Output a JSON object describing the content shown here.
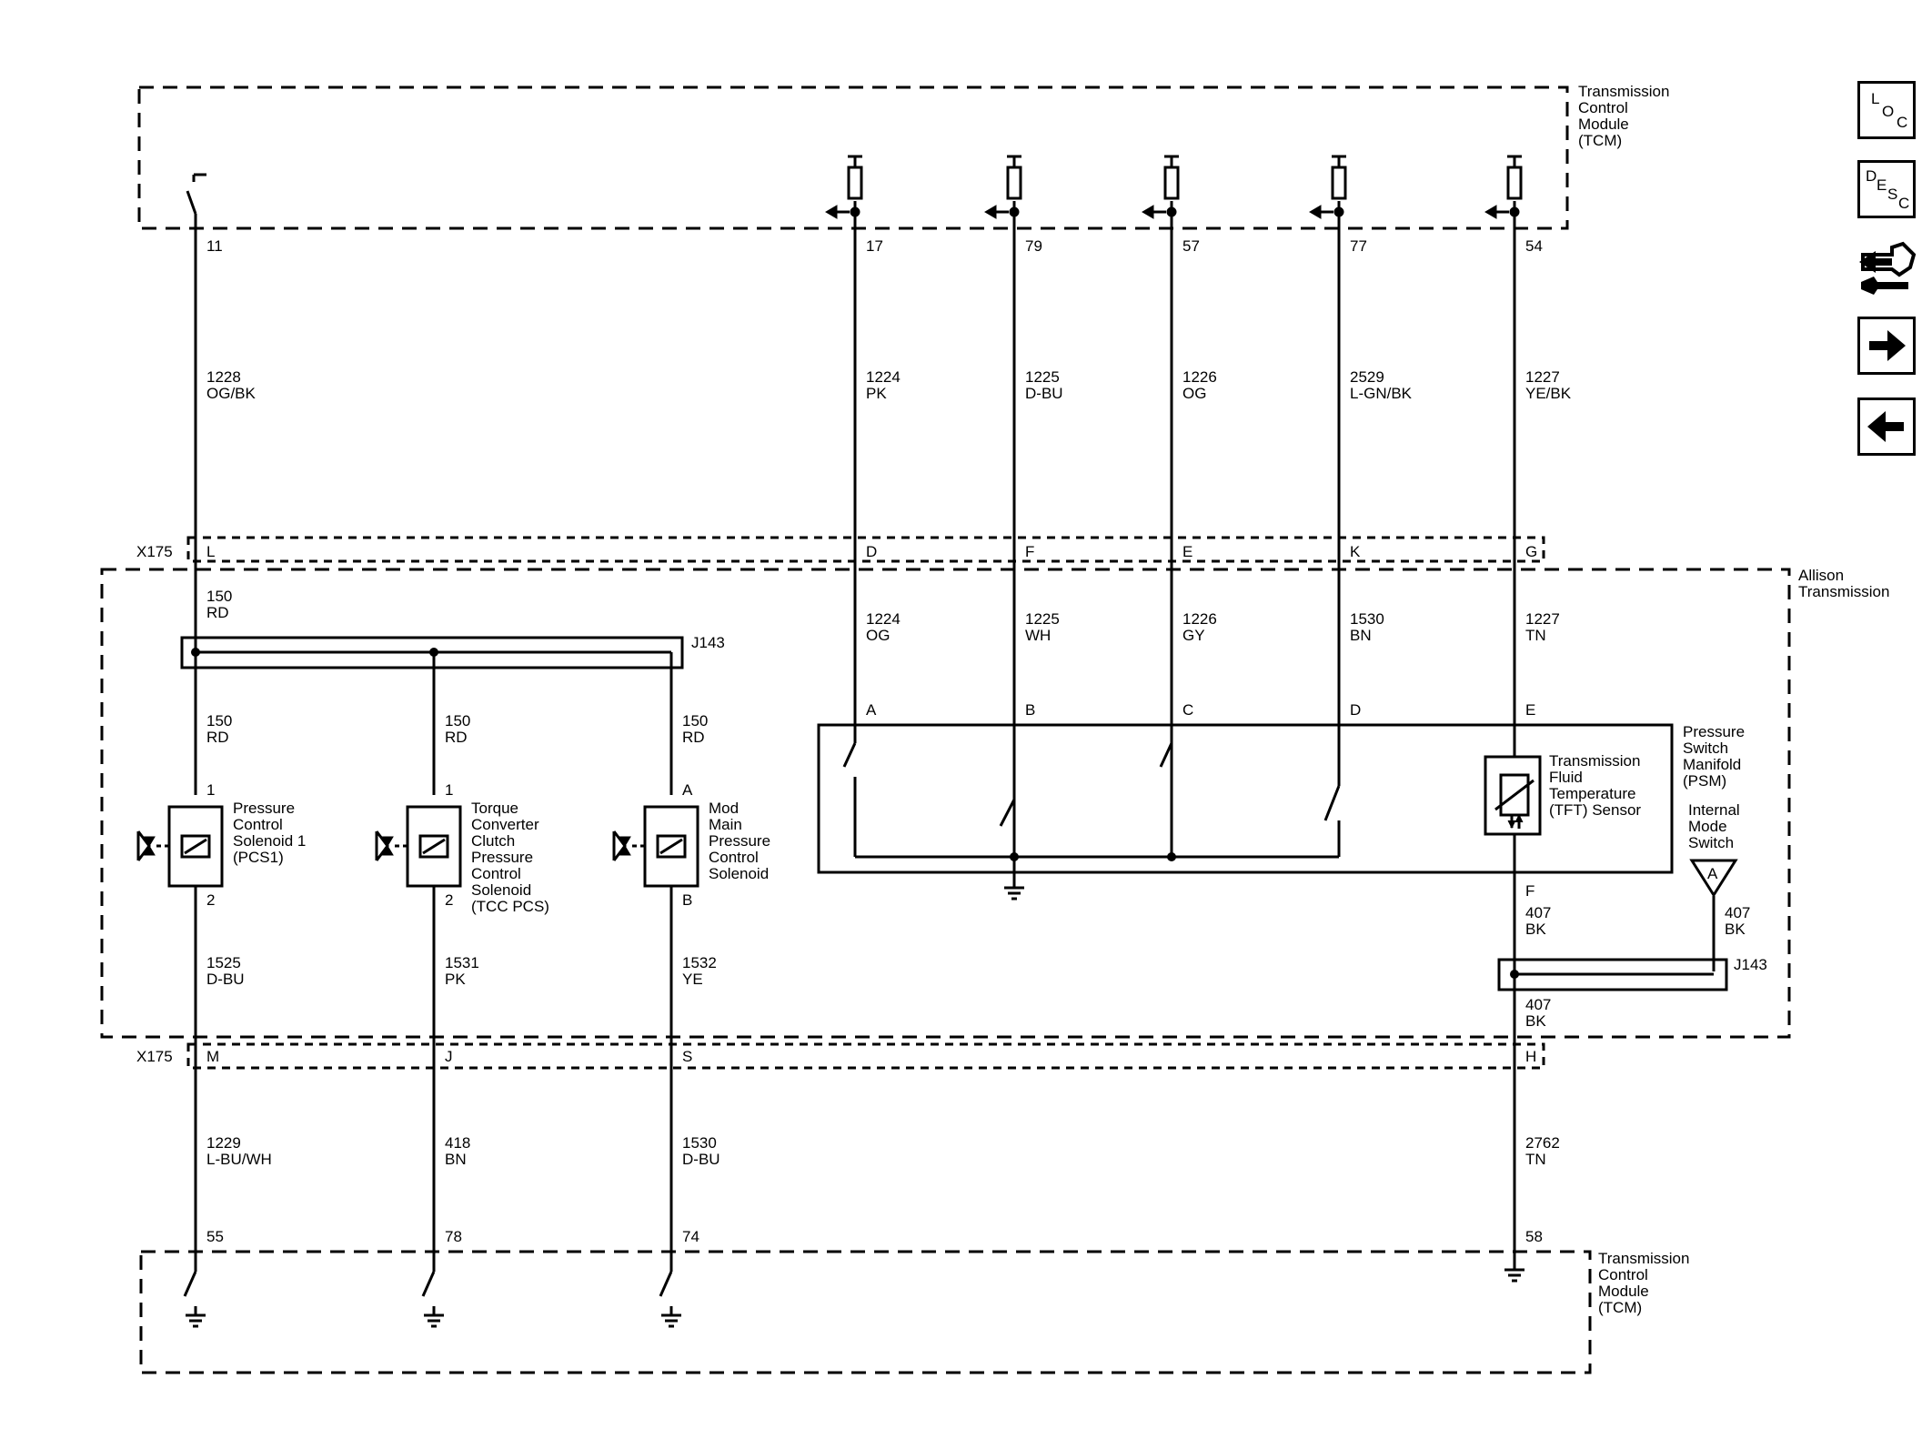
{
  "modules": {
    "tcm_top": [
      "Transmission",
      "Control",
      "Module",
      "(TCM)"
    ],
    "tcm_bottom": [
      "Transmission",
      "Control",
      "Module",
      "(TCM)"
    ],
    "allison": [
      "Allison",
      "Transmission"
    ],
    "psm": [
      "Pressure",
      "Switch",
      "Manifold",
      "(PSM)"
    ]
  },
  "connectors": {
    "x175_top": "X175",
    "x175_bottom": "X175",
    "j143_left": "J143",
    "j143_right": "J143"
  },
  "top_pins": [
    "11",
    "17",
    "79",
    "57",
    "77",
    "54"
  ],
  "top_circuits": [
    {
      "num": "1228",
      "color": "OG/BK"
    },
    {
      "num": "1224",
      "color": "PK"
    },
    {
      "num": "1225",
      "color": "D-BU"
    },
    {
      "num": "1226",
      "color": "OG"
    },
    {
      "num": "2529",
      "color": "L-GN/BK"
    },
    {
      "num": "1227",
      "color": "YE/BK"
    }
  ],
  "x175_top_pins": [
    "L",
    "D",
    "F",
    "E",
    "K",
    "G"
  ],
  "inner_circuits": [
    {
      "num": "150",
      "color": "RD"
    },
    {
      "num": "1224",
      "color": "OG"
    },
    {
      "num": "1225",
      "color": "WH"
    },
    {
      "num": "1226",
      "color": "GY"
    },
    {
      "num": "1530",
      "color": "BN"
    },
    {
      "num": "1227",
      "color": "TN"
    }
  ],
  "splice_circuits": [
    {
      "num": "150",
      "color": "RD"
    },
    {
      "num": "150",
      "color": "RD"
    },
    {
      "num": "150",
      "color": "RD"
    }
  ],
  "psm_pins": [
    "A",
    "B",
    "C",
    "D",
    "E"
  ],
  "psm_bottom_pin": "F",
  "solenoids": [
    {
      "pin_top": "1",
      "pin_bottom": "2",
      "label": [
        "Pressure",
        "Control",
        "Solenoid 1",
        "(PCS1)"
      ]
    },
    {
      "pin_top": "1",
      "pin_bottom": "2",
      "label": [
        "Torque",
        "Converter",
        "Clutch",
        "Pressure",
        "Control",
        "Solenoid",
        "(TCC PCS)"
      ]
    },
    {
      "pin_top": "A",
      "pin_bottom": "B",
      "label": [
        "Mod",
        "Main",
        "Pressure",
        "Control",
        "Solenoid"
      ]
    }
  ],
  "tft_label": [
    "Transmission",
    "Fluid",
    "Temperature",
    "(TFT) Sensor"
  ],
  "mode_switch_label": [
    "Internal",
    "Mode",
    "Switch"
  ],
  "mode_switch_pin": "A",
  "solenoid_out_circuits": [
    {
      "num": "1525",
      "color": "D-BU"
    },
    {
      "num": "1531",
      "color": "PK"
    },
    {
      "num": "1532",
      "color": "YE"
    }
  ],
  "bk_circuits": {
    "left": {
      "num": "407",
      "color": "BK"
    },
    "right": {
      "num": "407",
      "color": "BK"
    },
    "below": {
      "num": "407",
      "color": "BK"
    }
  },
  "x175_bottom_pins": [
    "M",
    "J",
    "S",
    "H"
  ],
  "bottom_circuits": [
    {
      "num": "1229",
      "color": "L-BU/WH"
    },
    {
      "num": "418",
      "color": "BN"
    },
    {
      "num": "1530",
      "color": "D-BU"
    },
    {
      "num": "2762",
      "color": "TN"
    }
  ],
  "bottom_pins": [
    "55",
    "78",
    "74",
    "58"
  ],
  "nav": {
    "loc": [
      "L",
      "O",
      "C"
    ],
    "desc": [
      "D",
      "E",
      "S",
      "C"
    ],
    "buttons": [
      "location-button",
      "description-button",
      "connector-end-view-button",
      "next-page-button",
      "previous-page-button"
    ]
  }
}
